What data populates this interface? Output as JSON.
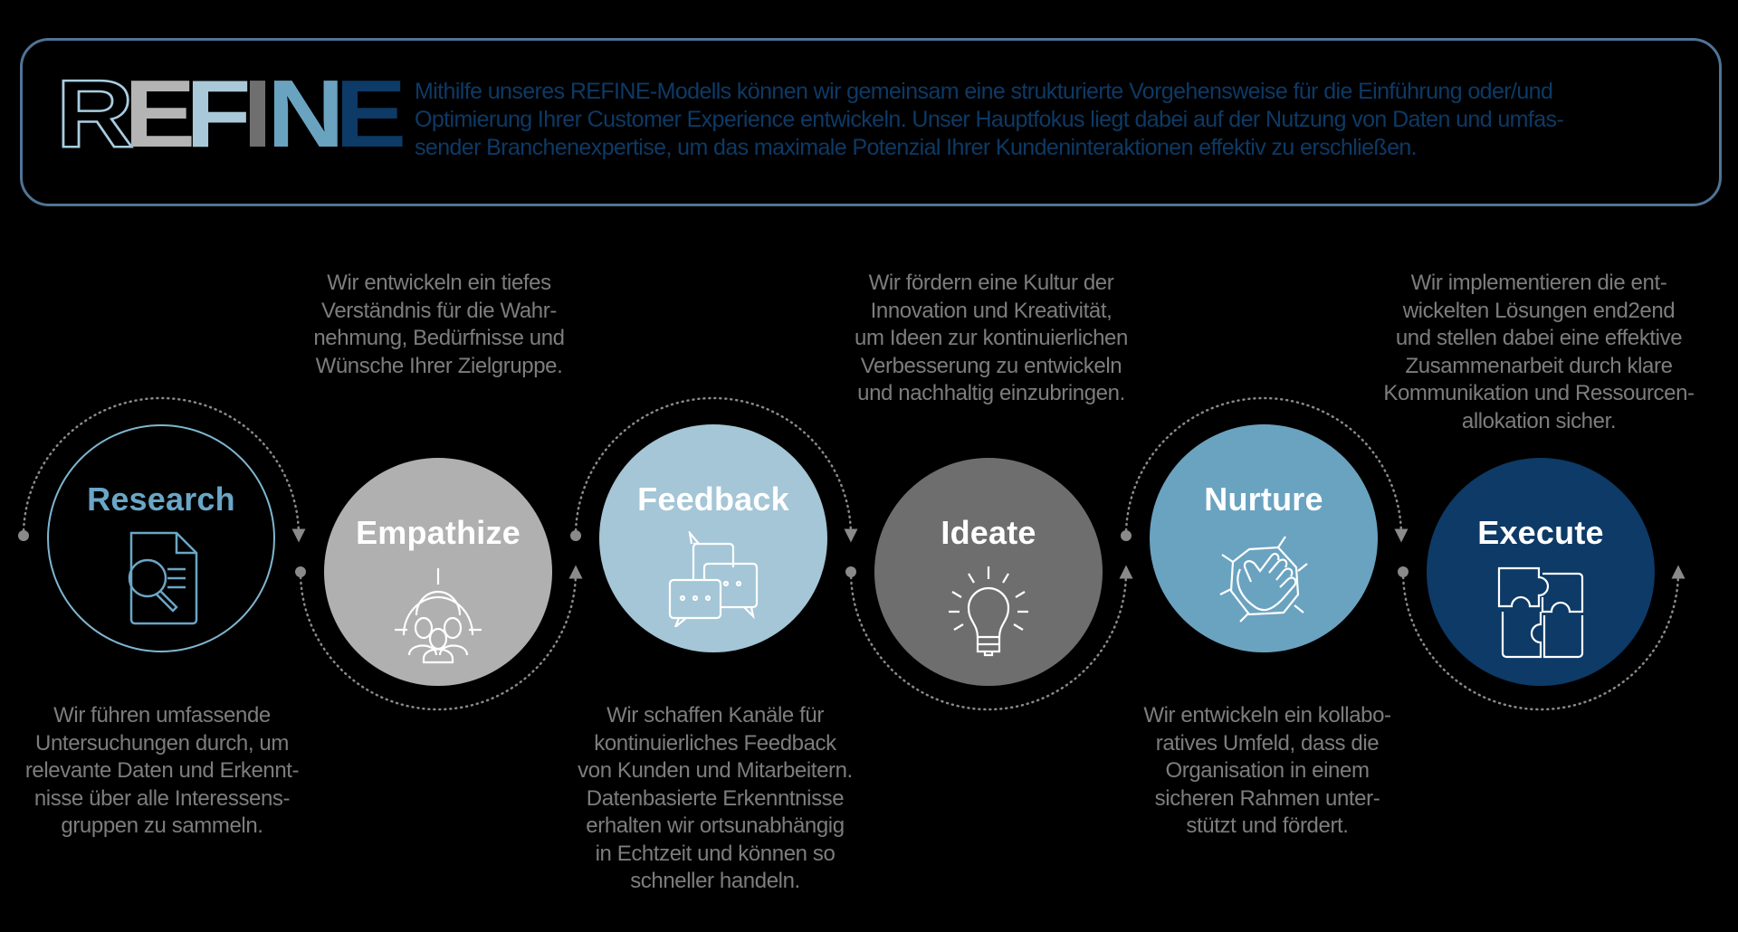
{
  "header": {
    "logo_letters": [
      {
        "char": "R",
        "color": "#a8cde0",
        "style": "outline"
      },
      {
        "char": "E",
        "color": "#b4b4b4",
        "style": "solid"
      },
      {
        "char": "F",
        "color": "#a9c9d9",
        "style": "solid"
      },
      {
        "char": "I",
        "color": "#6f6f6f",
        "style": "solid"
      },
      {
        "char": "N",
        "color": "#6aa3c0",
        "style": "solid"
      },
      {
        "char": "E",
        "color": "#0d3a66",
        "style": "solid"
      }
    ],
    "intro_lines": [
      "Mithilfe unseres REFINE-Modells können wir gemeinsam eine strukturierte Vorgehensweise für die Einführung oder/und",
      "Optimierung Ihrer Customer Experience entwickeln. Unser Hauptfokus liegt dabei auf der Nutzung von Daten und umfas-",
      "sender Branchenexpertise, um das maximale Potenzial Ihrer Kundeninteraktionen effektiv zu erschließen."
    ]
  },
  "colors": {
    "navy": "#0d3a66",
    "mid_blue": "#6aa3c0",
    "light_blue": "#a4c6d6",
    "gray": "#b0b0b0",
    "dark_gray": "#6e6e6e",
    "connector": "#8a8a8a",
    "description_text": "#7d7d7d"
  },
  "steps": [
    {
      "label": "Research",
      "icon": "document-search-icon",
      "fill": "none",
      "outline": "#7fb6d0",
      "label_color": "#6aa6c6",
      "description_position": "bottom",
      "description_lines": [
        "Wir führen umfassende",
        "Untersuchungen durch, um",
        "relevante Daten und Erkennt-",
        "nisse über alle Interessens-",
        "gruppen zu sammeln."
      ]
    },
    {
      "label": "Empathize",
      "icon": "target-group-icon",
      "fill": "#b0b0b0",
      "description_position": "top",
      "description_lines": [
        "Wir entwickeln ein tiefes",
        "Verständnis für die Wahr-",
        "nehmung, Bedürfnisse und",
        "Wünsche Ihrer Zielgruppe."
      ]
    },
    {
      "label": "Feedback",
      "icon": "chat-bubbles-icon",
      "fill": "#a4c6d6",
      "description_position": "bottom",
      "description_lines": [
        "Wir schaffen Kanäle für",
        "kontinuierliches Feedback",
        "von Kunden und Mitarbeitern.",
        "Datenbasierte Erkenntnisse",
        "erhalten wir ortsunabhängig",
        "in Echtzeit und können so",
        "schneller handeln."
      ]
    },
    {
      "label": "Ideate",
      "icon": "lightbulb-icon",
      "fill": "#6e6e6e",
      "description_position": "top",
      "description_lines": [
        "Wir fördern eine Kultur der",
        "Innovation und Kreativität,",
        "um Ideen zur kontinuierlichen",
        "Verbesserung zu entwickeln",
        "und nachhaltig einzubringen."
      ]
    },
    {
      "label": "Nurture",
      "icon": "stacked-hands-icon",
      "fill": "#6aa3c0",
      "description_position": "bottom",
      "description_lines": [
        "Wir entwickeln ein kollabo-",
        "ratives Umfeld, dass die",
        "Organisation in einem",
        "sicheren Rahmen unter-",
        "stützt und fördert."
      ]
    },
    {
      "label": "Execute",
      "icon": "puzzle-icon",
      "fill": "#0d3a66",
      "description_position": "top",
      "description_lines": [
        "Wir implementieren die ent-",
        "wickelten Lösungen end2end",
        "und stellen dabei eine effektive",
        "Zusammenarbeit durch klare",
        "Kommunikation und Ressourcen-",
        "allokation sicher."
      ]
    }
  ]
}
